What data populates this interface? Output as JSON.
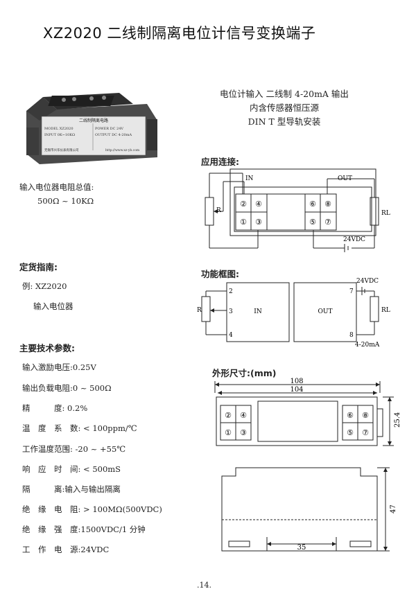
{
  "title": "XZ2020 二线制隔离电位计信号变换端子",
  "intro": [
    "电位计输入 二线制 4-20mA 输出",
    "内含传感器恒压源",
    "DIN T 型导轨安装"
  ],
  "product_label": {
    "name": "二线制隔离电路",
    "model": "MODEL XZ2020",
    "power": "POWER DC 24V",
    "input": "INPUT 0K~10KΩ",
    "output": "OUTPUT DC 4-20mA",
    "maker": "无锡市兴华仪表有限公司",
    "url": "http://www.xz-yb.com"
  },
  "input_resistance": {
    "label": "输入电位器电阻总值:",
    "value": "500Ω ~ 10KΩ"
  },
  "application": {
    "heading": "应用连接:",
    "in_label": "IN",
    "out_label": "OUT",
    "r_label": "R",
    "rl_label": "RL",
    "supply": "24VDC",
    "terminals": [
      "②",
      "④",
      "①",
      "③",
      "⑥",
      "⑧",
      "⑤",
      "⑦"
    ]
  },
  "ordering": {
    "heading": "定货指南:",
    "example": "例: XZ2020",
    "input": "输入电位器"
  },
  "block_diagram": {
    "heading": "功能框图:",
    "in_label": "IN",
    "out_label": "OUT",
    "pins": [
      "2",
      "3",
      "4",
      "7",
      "8"
    ],
    "r_label": "R",
    "rl_label": "RL",
    "supply": "24VDC",
    "output": "4-20mA"
  },
  "specs": {
    "heading": "主要技术参数:",
    "rows": [
      "输入激励电压:0.25V",
      "输出负载电阻:0 ~ 500Ω",
      "精　　　度: 0.2%",
      "温　度　系　数: < 100ppm/℃",
      "工作温度范围: -20 ~ +55℃",
      "响　应　时　间: < 500mS",
      "隔　　　离:输入与输出隔离",
      "绝　缘　电　阻: > 100MΩ(500VDC)",
      "绝　缘　强　度:1500VDC/1 分钟",
      "工　作　电　源:24VDC"
    ]
  },
  "dimensions": {
    "heading": "外形尺寸:(mm)",
    "width_total": "108",
    "width_body": "104",
    "height_face": "25.4",
    "height_side": "47",
    "rail": "35"
  },
  "page_number": ".14."
}
